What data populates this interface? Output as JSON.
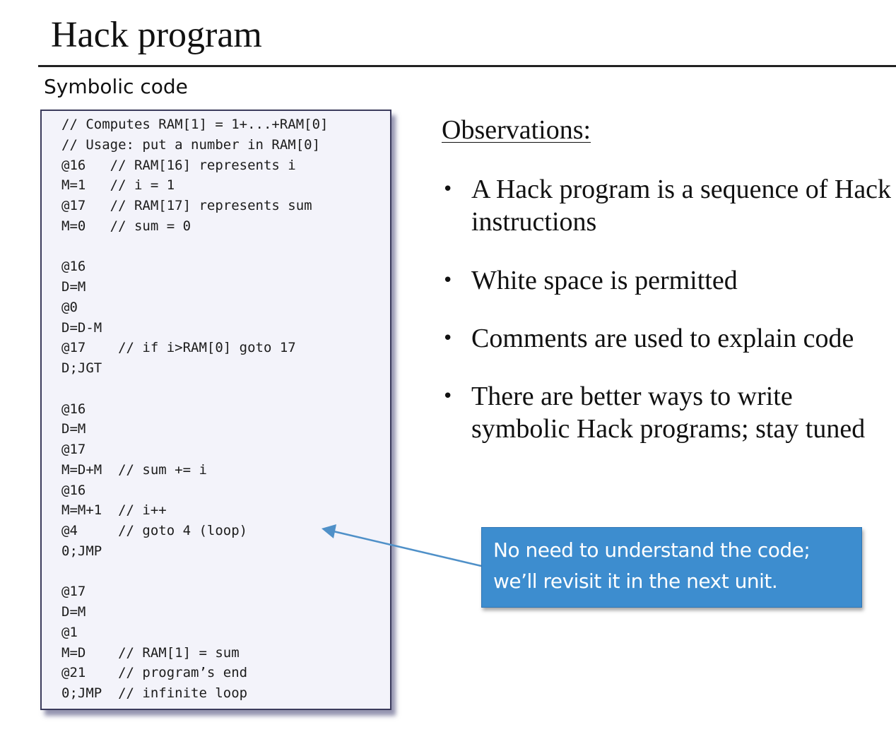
{
  "slide": {
    "title": "Hack program",
    "section_label": "Symbolic code"
  },
  "code_lines": [
    "// Computes RAM[1] = 1+...+RAM[0]",
    "// Usage: put a number in RAM[0]",
    "@16   // RAM[16] represents i",
    "M=1   // i = 1",
    "@17   // RAM[17] represents sum",
    "M=0   // sum = 0",
    "",
    "@16",
    "D=M",
    "@0",
    "D=D-M",
    "@17    // if i>RAM[0] goto 17",
    "D;JGT",
    "",
    "@16",
    "D=M",
    "@17",
    "M=D+M  // sum += i",
    "@16",
    "M=M+1  // i++",
    "@4     // goto 4 (loop)",
    "0;JMP",
    "",
    "@17",
    "D=M",
    "@1",
    "M=D    // RAM[1] = sum",
    "@21    // program’s end",
    "0;JMP  // infinite loop"
  ],
  "observations": {
    "heading": "Observations:",
    "bullets": [
      "A Hack program is a sequence of Hack instructions",
      "White space is permitted",
      "Comments are used to explain code",
      "There are better ways to write symbolic Hack programs; stay tuned"
    ]
  },
  "callout": {
    "line1": "No need to understand the code;",
    "line2": "we’ll revisit it in the next unit.",
    "color": "#3d8dcf"
  }
}
